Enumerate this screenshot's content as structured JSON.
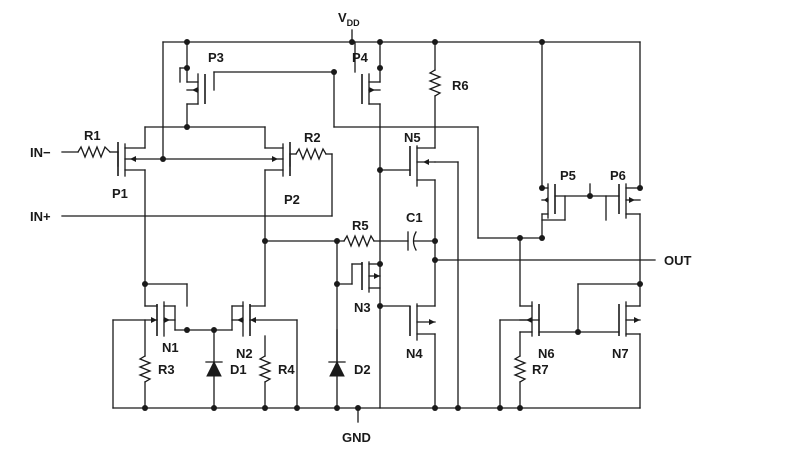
{
  "labels": {
    "vdd_main": "V",
    "vdd_sub": "DD",
    "gnd": "GND",
    "in_minus": "IN−",
    "in_plus": "IN+",
    "out": "OUT",
    "r1": "R1",
    "r2": "R2",
    "r3": "R3",
    "r4": "R4",
    "r5": "R5",
    "r6": "R6",
    "r7": "R7",
    "c1": "C1",
    "d1": "D1",
    "d2": "D2",
    "p1": "P1",
    "p2": "P2",
    "p3": "P3",
    "p4": "P4",
    "p5": "P5",
    "p6": "P6",
    "n1": "N1",
    "n2": "N2",
    "n3": "N3",
    "n4": "N4",
    "n5": "N5",
    "n6": "N6",
    "n7": "N7"
  }
}
